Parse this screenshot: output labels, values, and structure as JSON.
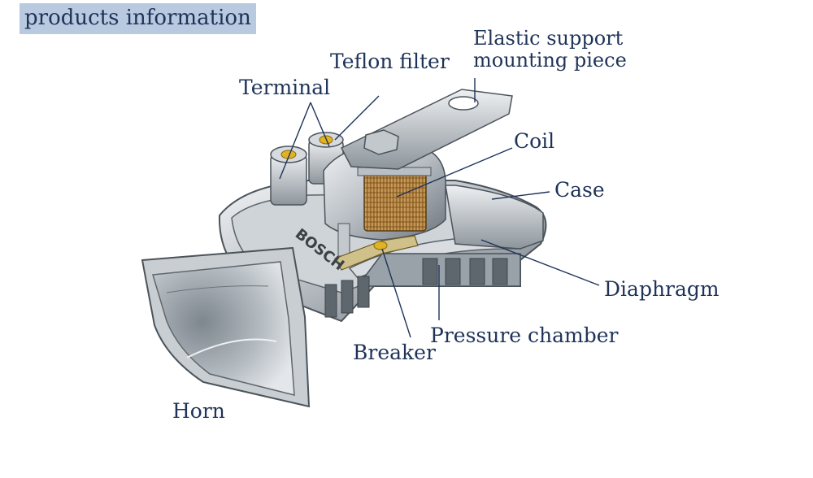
{
  "header": {
    "title": "products information"
  },
  "labels": {
    "elastic_line1": "Elastic support",
    "elastic_line2": "mounting piece",
    "teflon_filter": "Teflon filter",
    "terminal": "Terminal",
    "coil": "Coil",
    "case": "Case",
    "diaphragm": "Diaphragm",
    "pressure_chamber": "Pressure chamber",
    "breaker": "Breaker",
    "horn": "Horn"
  },
  "logo_text": "BOSCH",
  "colors": {
    "label_text": "#1f3358",
    "header_bg": "#b8c9e0",
    "metal_light": "#e2e6ea",
    "metal_mid": "#a9b0b7",
    "metal_dark": "#5c646c",
    "coil_copper": "#b98a4a",
    "terminal_gold": "#e2b321"
  }
}
